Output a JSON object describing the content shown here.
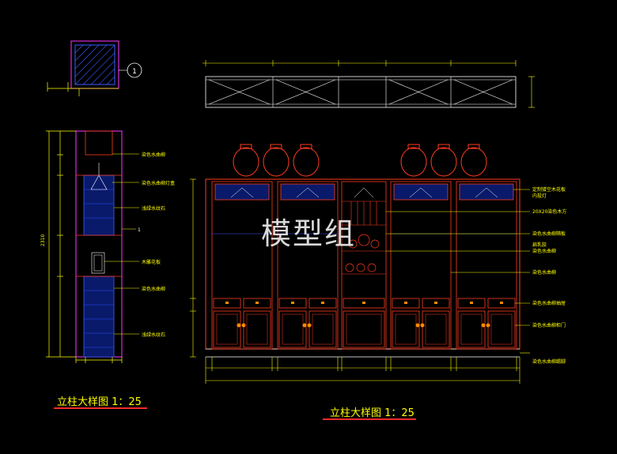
{
  "watermark": "模型组",
  "detail_marker": "1",
  "titles": {
    "left": "立柱大样图 1：25",
    "right": "立柱大样图 1：25"
  },
  "left_callouts": [
    "染色水曲柳",
    "染色水曲柳灯盒",
    "浅绿水纹石",
    "木雕花板",
    "染色水曲柳",
    "浅绿水纹石"
  ],
  "left_marker": "1",
  "left_height_dim": "2310",
  "right_callouts": [
    "定制镂空木花板",
    "内投灯",
    "20X20染色木方",
    "染色水曲柳隔板",
    "扁乳胶",
    "染色水曲柳",
    "染色水曲柳",
    "染色水曲柳抽屉",
    "染色水曲柳柜门",
    "染色水曲柳踢脚"
  ],
  "colors": {
    "line_white": "#ffffff",
    "line_magenta": "#ff33ff",
    "line_red": "#ff3b1f",
    "line_yellow": "#ffff00",
    "line_cyan": "#00ffff",
    "line_blue": "#3b5bff",
    "line_orange": "#ff8a00"
  }
}
